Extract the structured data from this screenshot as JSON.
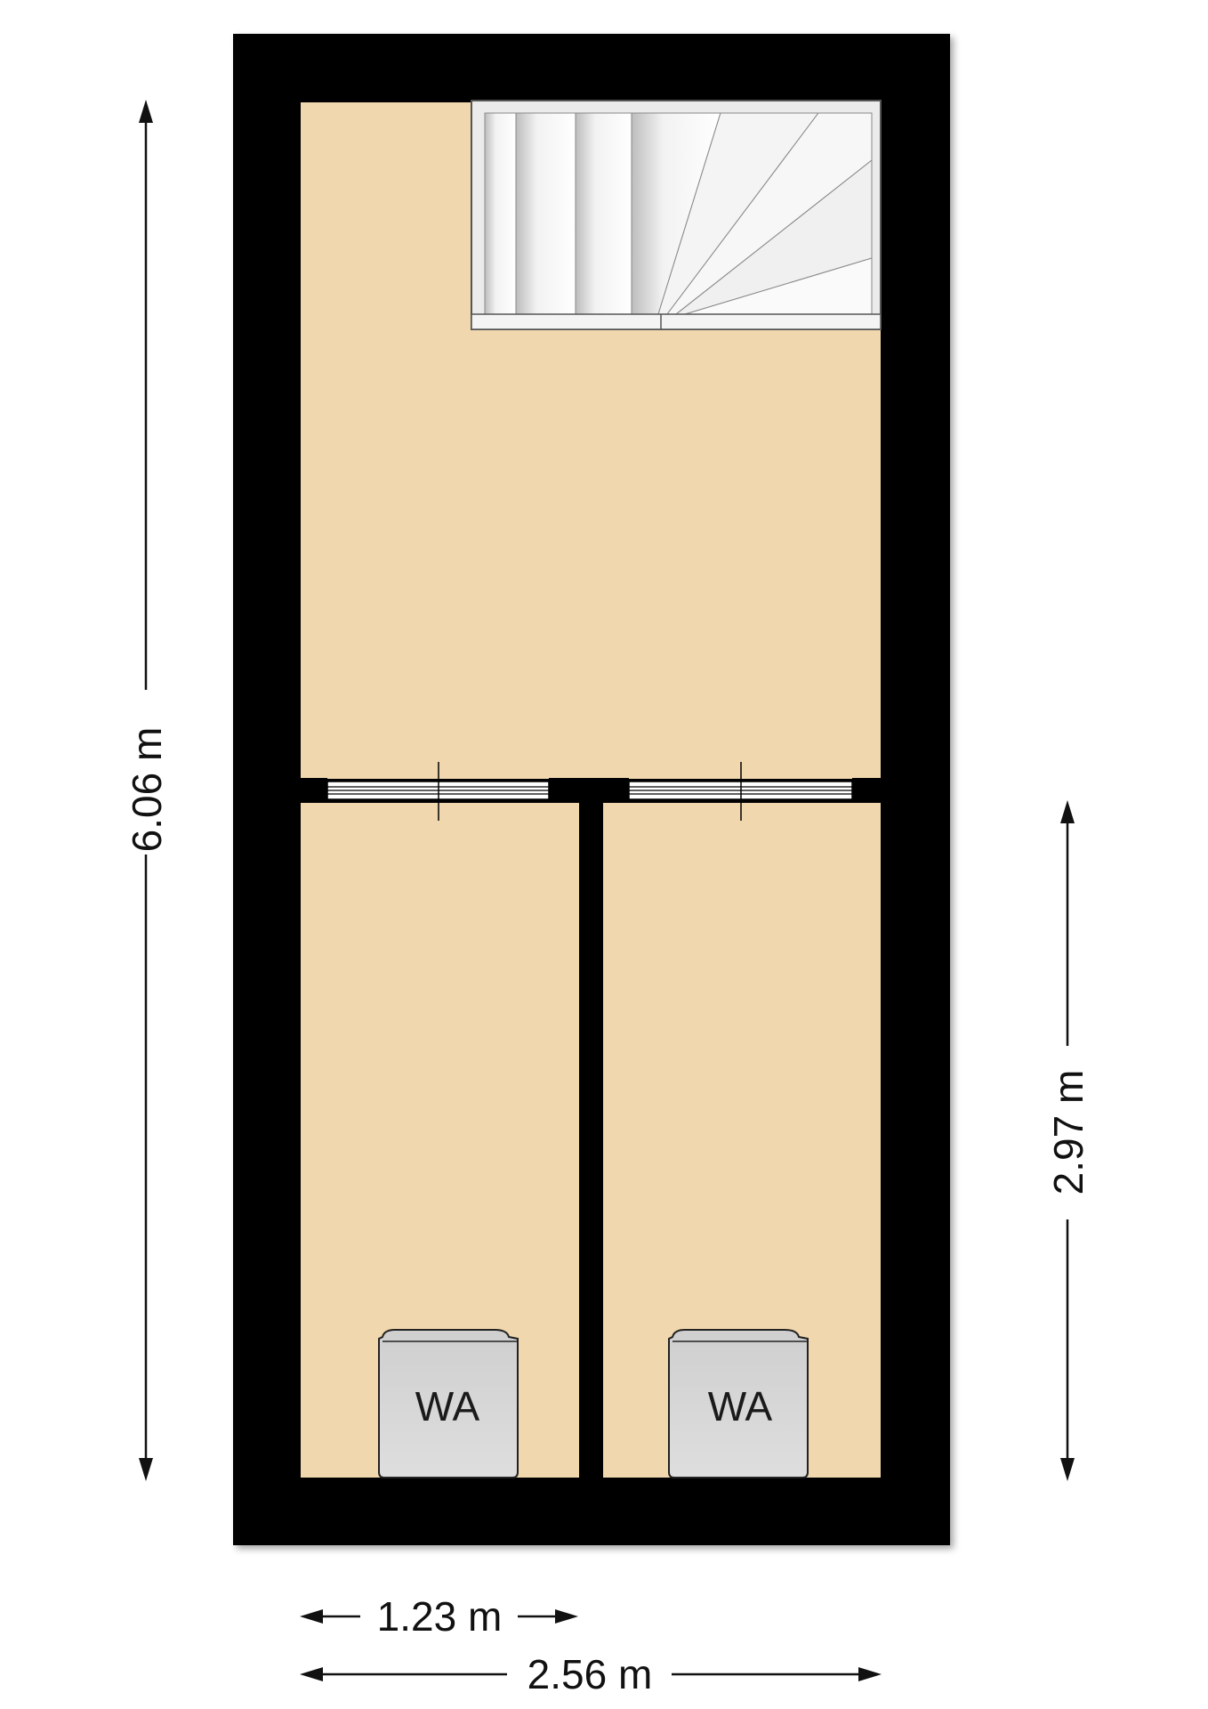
{
  "floorplan": {
    "dimensions": {
      "total_height": "6.06 m",
      "lower_height": "2.97 m",
      "half_width": "1.23 m",
      "total_width": "2.56 m"
    },
    "fixtures": [
      {
        "label": "WA",
        "icon": "washing-machine-icon"
      },
      {
        "label": "WA",
        "icon": "washing-machine-icon"
      }
    ],
    "colors": {
      "wall": "#000000",
      "floor": "#f0d7ad",
      "stairs": "#e8e8e8",
      "fixture": "#d9d9d9"
    }
  }
}
